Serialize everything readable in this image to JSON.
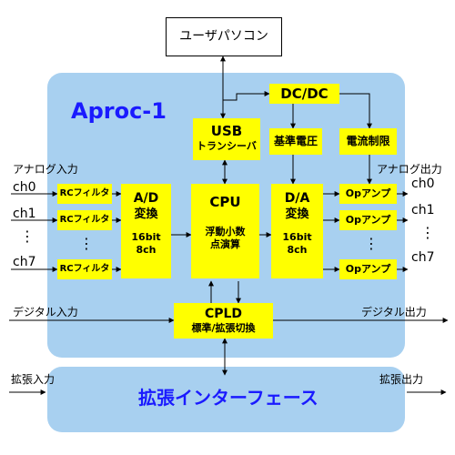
{
  "colors": {
    "panel": "#a8d0f0",
    "block": "#ffff00",
    "title": "#1a1aff",
    "line": "#000000"
  },
  "user_pc": "ユーザパソコン",
  "system_title": "Aproc-1",
  "interface_title": "拡張インターフェース",
  "blocks": {
    "dcdc": "DC/DC",
    "usb": [
      "USB",
      "トランシーバ"
    ],
    "ref_voltage": "基準電圧",
    "current_limit": "電流制限",
    "rc_filter": "RCフィルタ",
    "ad": [
      "A/D",
      "変換",
      "16bit",
      "8ch"
    ],
    "cpu": [
      "CPU",
      "浮動小数",
      "点演算"
    ],
    "da": [
      "D/A",
      "変換",
      "16bit",
      "8ch"
    ],
    "opamp": "Opアンプ",
    "cpld": [
      "CPLD",
      "標準/拡張切換"
    ]
  },
  "labels": {
    "analog_in": "アナログ入力",
    "analog_out": "アナログ出力",
    "ch0": "ch0",
    "ch1": "ch1",
    "ch7": "ch7",
    "dots": "⋮",
    "digital_in": "デジタル入力",
    "digital_out": "デジタル出力",
    "ext_in": "拡張入力",
    "ext_out": "拡張出力"
  }
}
